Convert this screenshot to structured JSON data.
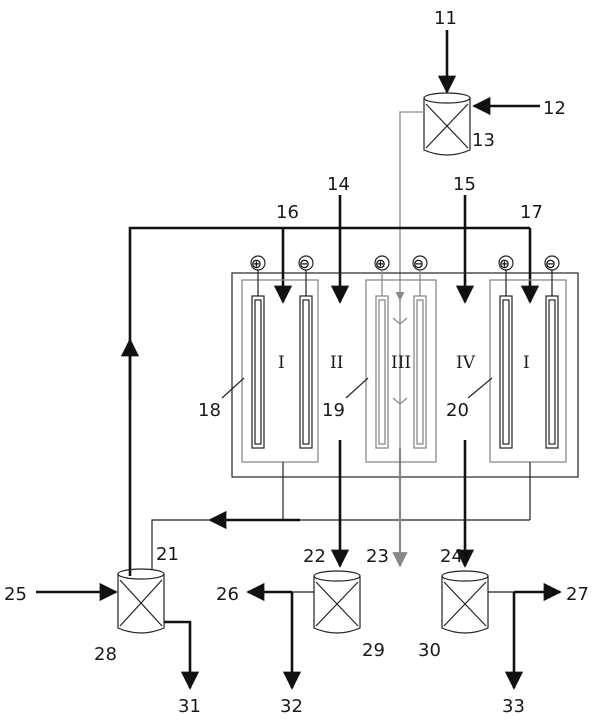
{
  "labels": {
    "l11": "11",
    "l12": "12",
    "l13": "13",
    "l14": "14",
    "l15": "15",
    "l16": "16",
    "l17": "17",
    "l18": "18",
    "l19": "19",
    "l20": "20",
    "l21": "21",
    "l22": "22",
    "l23": "23",
    "l24": "24",
    "l25": "25",
    "l26": "26",
    "l27": "27",
    "l28": "28",
    "l29": "29",
    "l30": "30",
    "l31": "31",
    "l32": "32",
    "l33": "33"
  },
  "chambers": {
    "c1": "I",
    "c2": "II",
    "c3": "III",
    "c4": "IV",
    "c5": "I"
  },
  "electrodes": {
    "plus": "⊕",
    "minus": "⊖"
  }
}
